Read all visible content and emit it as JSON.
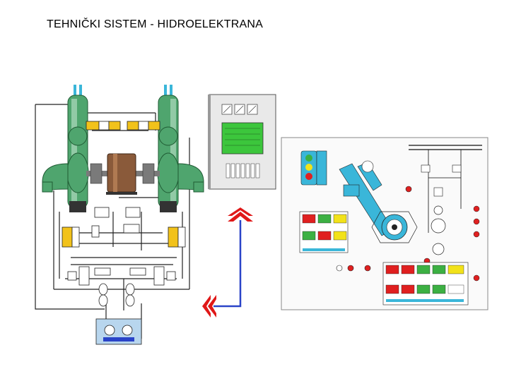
{
  "title": "TEHNIČKI SISTEM - HIDROELEKTRANA",
  "colors": {
    "turbine_green": "#4fa56e",
    "turbine_green_light": "#bfe3cc",
    "generator_brown": "#8a5a3a",
    "hydraulic_yellow": "#f2c21a",
    "pipe_blue": "#2a44c8",
    "arrow_red": "#e01818",
    "panel_green": "#3cc63c",
    "control_cyan": "#3ab6d9",
    "red_button": "#e02020",
    "green_button": "#3cb043",
    "yellow_button": "#f2e21a"
  },
  "icons": {
    "signal_arrow_up": "double-chevron-up",
    "signal_arrow_left": "double-chevron-left"
  }
}
